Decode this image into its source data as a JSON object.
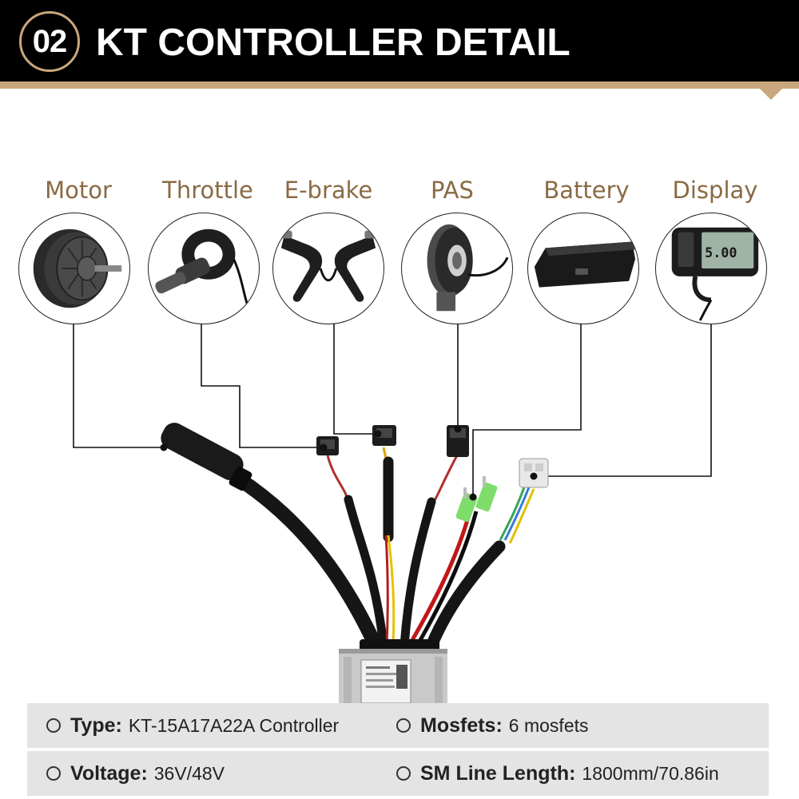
{
  "header": {
    "badge": "02",
    "title": "KT CONTROLLER DETAIL"
  },
  "components": [
    {
      "label": "Motor",
      "icon": "hub-motor-icon"
    },
    {
      "label": "Throttle",
      "icon": "thumb-throttle-icon"
    },
    {
      "label": "E-brake",
      "icon": "brake-lever-icon"
    },
    {
      "label": "PAS",
      "icon": "pas-sensor-icon"
    },
    {
      "label": "Battery",
      "icon": "battery-pack-icon"
    },
    {
      "label": "Display",
      "icon": "lcd-display-icon"
    }
  ],
  "display_screen": {
    "reading": "5.00"
  },
  "specs": {
    "type": {
      "key": "Type:",
      "value": "KT-15A17A22A Controller"
    },
    "mosfets": {
      "key": "Mosfets:",
      "value": "6 mosfets"
    },
    "voltage": {
      "key": "Voltage:",
      "value": "36V/48V"
    },
    "line_length": {
      "key": "SM Line Length:",
      "value": "1800mm/70.86in"
    }
  },
  "colors": {
    "header_bg": "#000000",
    "accent_gold": "#c9a77c",
    "label_brown": "#8a6a44",
    "spec_bar_bg": "#e4e4e4"
  }
}
